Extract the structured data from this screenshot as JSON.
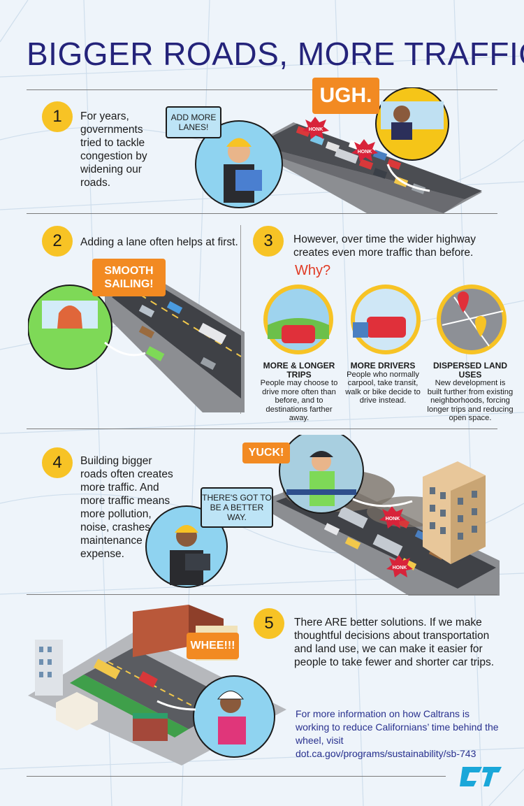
{
  "title": "BIGGER ROADS, MORE TRAFFIC",
  "steps": [
    {
      "number": "1",
      "text": "For years, governments tried to tackle congestion by widening our roads."
    },
    {
      "number": "2",
      "text": "Adding a lane often helps at first."
    },
    {
      "number": "3",
      "text": "However, over time the wider highway creates even more traffic than before."
    },
    {
      "number": "4",
      "text": "Building bigger roads often creates more traffic. And more  traffic means more pollution, noise, crashes, and maintenance expense."
    },
    {
      "number": "5",
      "text": "There ARE better solutions. If we make thoughtful decisions about transportation and land use, we can make it easier for people to take fewer and shorter car trips."
    }
  ],
  "bubbles": {
    "ugh": "UGH.",
    "add_lanes": "ADD MORE LANES!",
    "smooth": "SMOOTH SAILING!",
    "yuck": "YUCK!",
    "better_way": "THERE'S GOT TO BE A BETTER WAY.",
    "whee": "WHEE!!!",
    "honk": "HONK"
  },
  "why": "Why?",
  "reasons": [
    {
      "title": "MORE & LONGER TRIPS",
      "text": "People may choose to drive more often than before, and to destinations farther away."
    },
    {
      "title": "MORE DRIVERS",
      "text": "People who normally carpool, take transit, walk or bike decide to drive instead."
    },
    {
      "title": "DISPERSED LAND USES",
      "text": "New development is built further from existing neighborhoods, forcing longer trips and reducing open space."
    }
  ],
  "more_info": {
    "line1": "For more information on how Caltrans is working to reduce Californians’ time behind the wheel, visit",
    "url": "dot.ca.gov/programs/sustainability/sb-743"
  },
  "colors": {
    "title": "#24237a",
    "number_circle": "#f7c325",
    "bubble_orange": "#f28a22",
    "bubble_blue": "#bde4f6",
    "why_red": "#e03a24",
    "link_blue": "#28308e",
    "logo": "#1aa7d9"
  },
  "icons": [
    "caltrans-logo-icon",
    "map-pin-icon"
  ]
}
